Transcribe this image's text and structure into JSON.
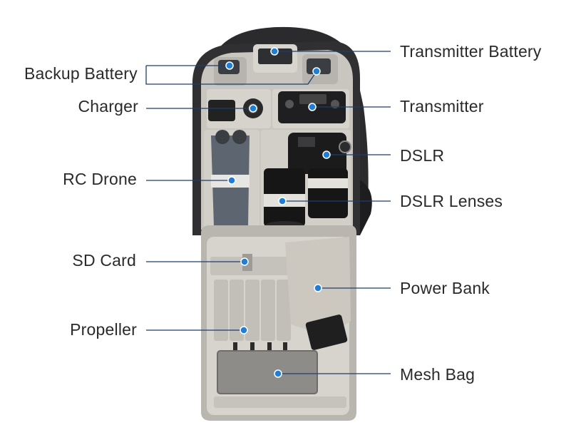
{
  "accent_color": "#1f7fd6",
  "line_color": "#1d3f6e",
  "labels": {
    "backup_battery": "Backup Battery",
    "charger": "Charger",
    "rc_drone": "RC Drone",
    "sd_card": "SD Card",
    "propeller": "Propeller",
    "transmitter_battery": "Transmitter Battery",
    "transmitter": "Transmitter",
    "dslr": "DSLR",
    "dslr_lenses": "DSLR Lenses",
    "power_bank": "Power Bank",
    "mesh_bag": "Mesh Bag"
  }
}
